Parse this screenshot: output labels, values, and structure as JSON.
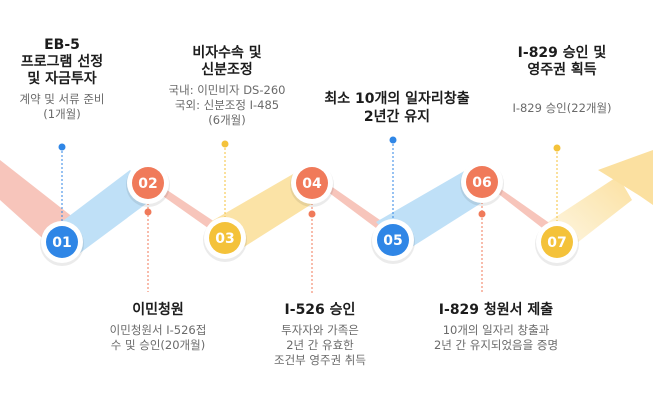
{
  "steps": [
    {
      "num": "01",
      "title": [
        "EB-5",
        "프로그램 선정",
        "및 자금투자"
      ],
      "desc": [
        "계약 및 서류 준비",
        "(1개월)"
      ],
      "ring": "#2f86e6",
      "dot": "#2f86e6"
    },
    {
      "num": "02",
      "title": [
        "이민청원"
      ],
      "desc": [
        "이민청원서 I-526접",
        "수 및 승인(20개월)"
      ],
      "ring": "#f07a5a",
      "dot": "#f07a5a"
    },
    {
      "num": "03",
      "title": [
        "비자수속 및",
        "신분조정"
      ],
      "desc": [
        "국내: 이민비자 DS-260",
        "국외: 신분조정 I-485",
        "(6개월)"
      ],
      "ring": "#f4c23a",
      "dot": "#f4c23a"
    },
    {
      "num": "04",
      "title": [
        "I-526 승인"
      ],
      "desc": [
        "투자자와 가족은",
        "2년 간 유효한",
        "조건부 영주권 취득"
      ],
      "ring": "#f07a5a",
      "dot": "#f07a5a"
    },
    {
      "num": "05",
      "title": [
        "최소 10개의 일자리창출",
        "2년간 유지"
      ],
      "desc": [],
      "ring": "#2f86e6",
      "dot": "#2f86e6"
    },
    {
      "num": "06",
      "title": [
        "I-829 청원서 제출"
      ],
      "desc": [
        "10개의 일자리 창출과",
        "2년 간 유지되었음을 증명"
      ],
      "ring": "#f07a5a",
      "dot": "#f07a5a"
    },
    {
      "num": "07",
      "title": [
        "I-829 승인 및",
        "영주권 획득"
      ],
      "desc": [
        "I-829 승인(22개월)"
      ],
      "ring": "#f4c23a",
      "dot": "#f4c23a"
    }
  ],
  "colors": {
    "blue_band": "#bfe0f7",
    "salmon_band": "#f7c5bb",
    "yellow_band": "#fbe3a6",
    "node_fill": "#ffffff"
  }
}
